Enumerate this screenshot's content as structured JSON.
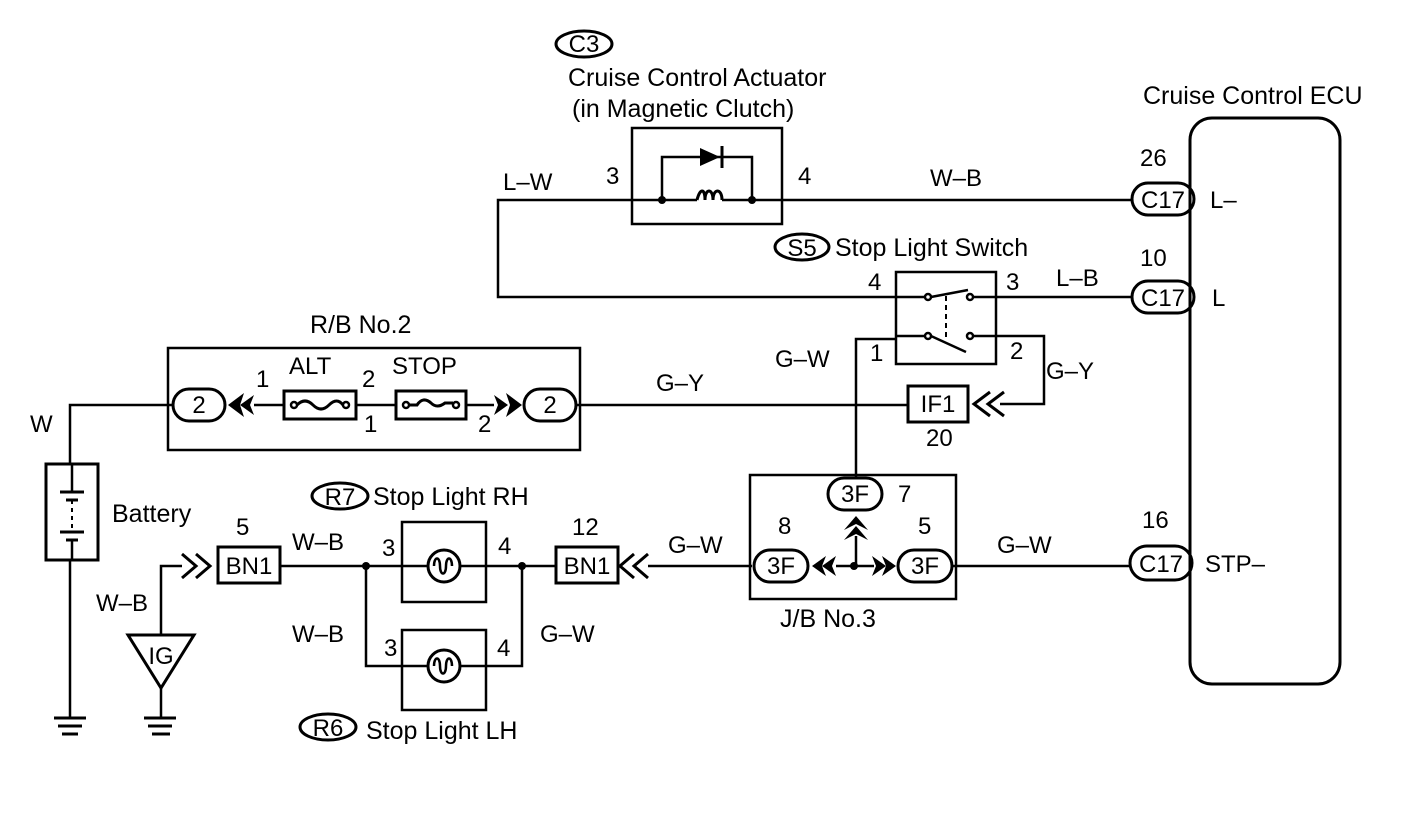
{
  "components": {
    "actuator": {
      "code": "C3",
      "title_line1": "Cruise Control Actuator",
      "title_line2": "(in Magnetic Clutch)",
      "pin_left": "3",
      "pin_right": "4"
    },
    "ecu": {
      "title": "Cruise Control ECU",
      "pins": [
        {
          "num": "26",
          "conn": "C17",
          "name": "L–"
        },
        {
          "num": "10",
          "conn": "C17",
          "name": "L"
        },
        {
          "num": "16",
          "conn": "C17",
          "name": "STP–"
        }
      ]
    },
    "stop_switch": {
      "code": "S5",
      "title": "Stop Light Switch",
      "pin_tl": "4",
      "pin_tr": "3",
      "pin_bl": "1",
      "pin_br": "2"
    },
    "rb": {
      "title": "R/B No.2",
      "conn_left": "2",
      "conn_right": "2",
      "fuse1": "ALT",
      "fuse2": "STOP",
      "pin_1a": "1",
      "pin_2a": "2",
      "pin_1b": "1",
      "pin_2b": "2"
    },
    "if1": {
      "label": "IF1",
      "pin": "20"
    },
    "battery": {
      "label": "Battery"
    },
    "ground": {
      "label": "IG"
    },
    "bn1_left": {
      "label": "BN1",
      "pin": "5"
    },
    "bn1_right": {
      "label": "BN1",
      "pin": "12"
    },
    "rh": {
      "code": "R7",
      "title": "Stop Light RH",
      "pin_l": "3",
      "pin_r": "4"
    },
    "lh": {
      "code": "R6",
      "title": "Stop Light LH",
      "pin_l": "3",
      "pin_r": "4"
    },
    "jb": {
      "title": "J/B No.3",
      "top_conn": "3F",
      "top_pin": "7",
      "left_conn": "3F",
      "left_pin": "8",
      "right_conn": "3F",
      "right_pin": "5"
    }
  },
  "wires": {
    "lw": "L–W",
    "wb_top": "W–B",
    "lb": "L–B",
    "gw_sw": "G–W",
    "gy_sw": "G–Y",
    "gy_main": "G–Y",
    "w": "W",
    "wb_ig": "W–B",
    "wb_bn": "W–B",
    "wb_lh": "W–B",
    "gw_lh": "G–W",
    "gw_bn": "G–W",
    "gw_ecu": "G–W"
  }
}
